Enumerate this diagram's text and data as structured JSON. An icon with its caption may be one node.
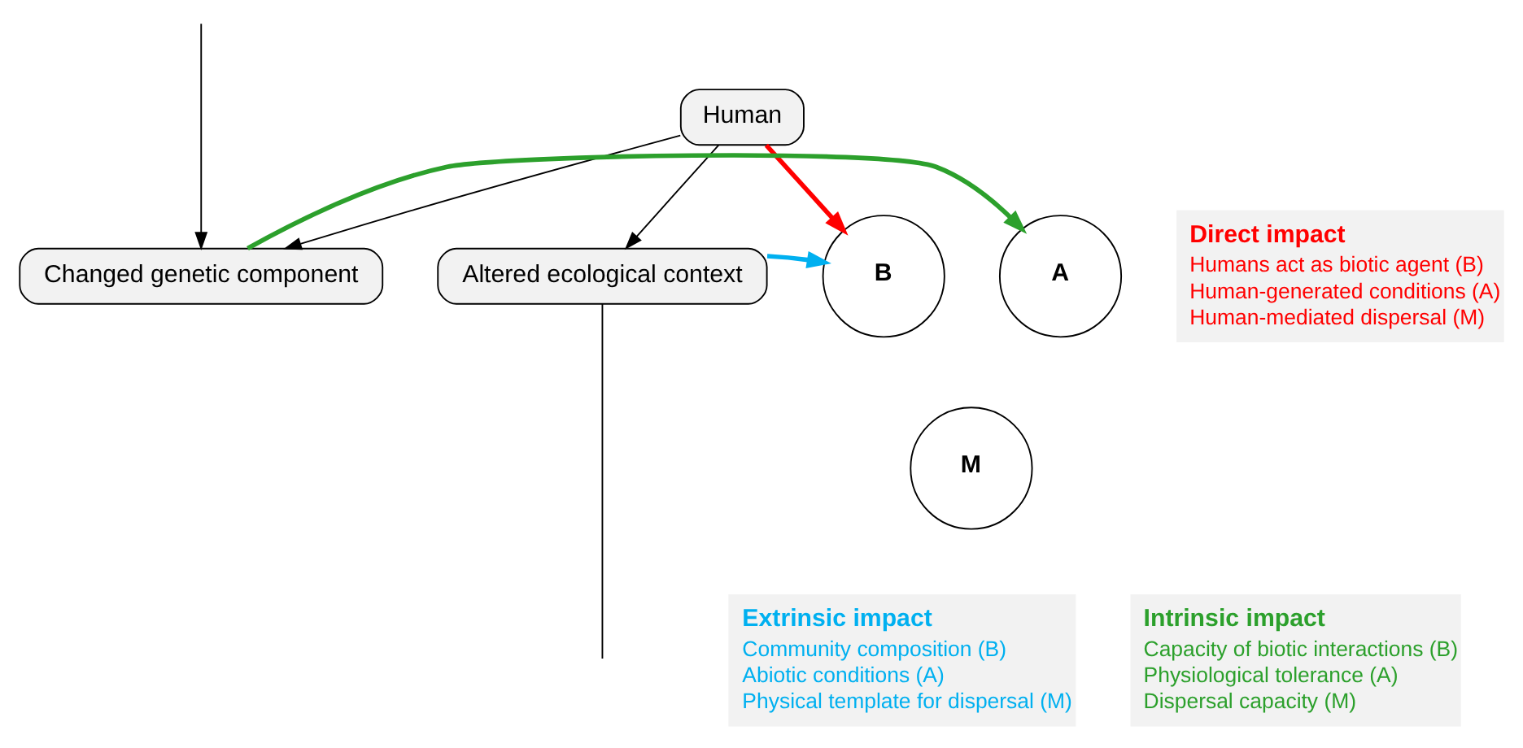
{
  "diagram": {
    "nodes": [
      {
        "text": [
          "Human"
        ]
      },
      {
        "text": [
          "Altered ecological context"
        ]
      },
      {
        "text": [
          "Changed genetic component"
        ]
      },
      {
        "text": [
          "B"
        ]
      },
      {
        "text": [
          "A"
        ]
      },
      {
        "text": [
          "M"
        ]
      },
      {
        "text": [
          "Direct impact",
          "Humans act as biotic agent (B)",
          "Human-generated conditions (A)",
          "Human-mediated dispersal (M)"
        ]
      },
      {
        "text": [
          "Extrinsic impact",
          "Community composition (B)",
          "Abiotic conditions (A)",
          "Physical template for dispersal (M)"
        ]
      },
      {
        "text": [
          "Intrinsic impact",
          "Capacity of biotic interactions (B)",
          "Physiological tolerance (A)",
          "Dispersal capacity (M)"
        ]
      }
    ],
    "edges": [
      {
        "from": 0,
        "to": 1,
        "arrow": "to"
      },
      {
        "from": 0,
        "to": 2,
        "arrow": "to"
      },
      {
        "from": 0,
        "to": 3,
        "arrow": "to",
        "style": "thick",
        "color": "#ff0000"
      },
      {
        "from": 1,
        "to": 3,
        "arrow": "to",
        "style": "thick",
        "color": "#00b0f0"
      },
      {
        "from": 2,
        "to": 4,
        "arrow": "to",
        "style": "thick",
        "color": "#2ca02c"
      },
      {
        "from": 1,
        "to": null,
        "arrow": "none"
      },
      {
        "from": null,
        "to": 2,
        "arrow": "to"
      }
    ]
  }
}
